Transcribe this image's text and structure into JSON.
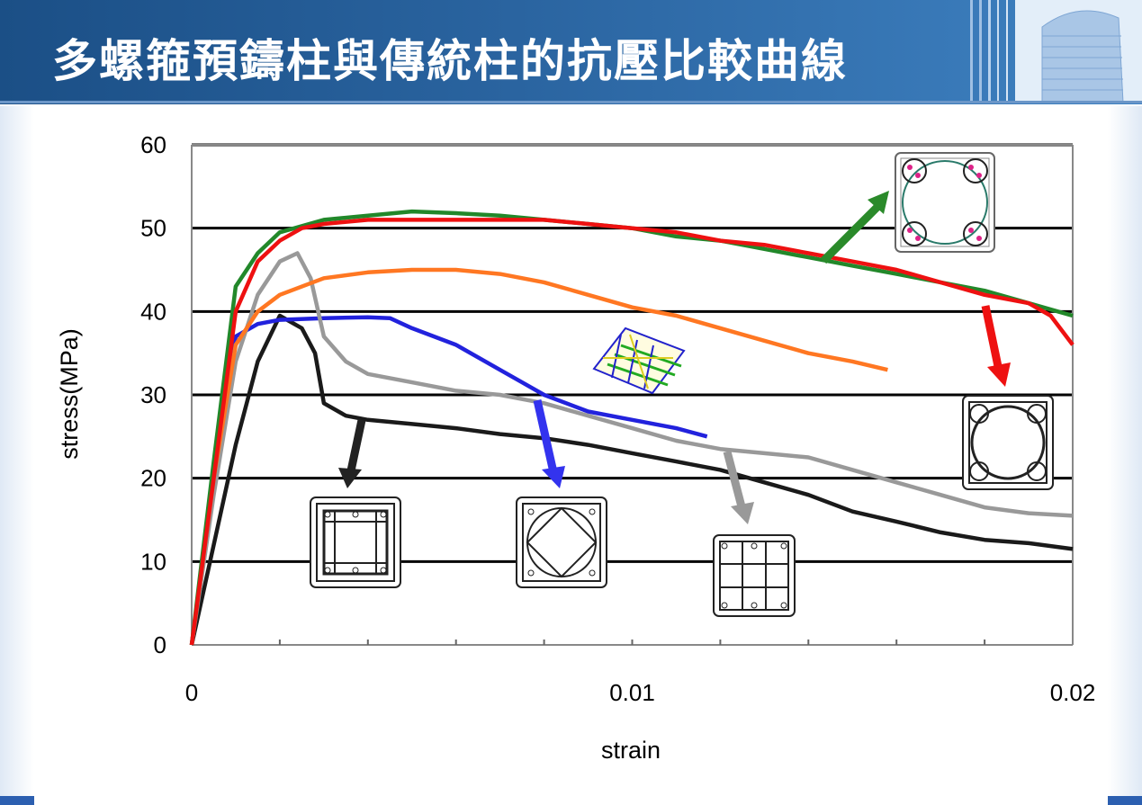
{
  "slide": {
    "title": "多螺箍預鑄柱與傳統柱的抗壓比較曲線"
  },
  "colors": {
    "title_bar": "#24599a",
    "title_text": "#ffffff"
  },
  "chart_data": {
    "type": "line",
    "title": "",
    "xlabel": "strain",
    "ylabel": "stress(MPa)",
    "xlim": [
      0,
      0.02
    ],
    "ylim": [
      0,
      60
    ],
    "x_ticks": [
      "0",
      "0.01",
      "0.02"
    ],
    "y_ticks": [
      "0",
      "10",
      "20",
      "30",
      "40",
      "50",
      "60"
    ],
    "grid": "horizontal",
    "series": [
      {
        "color": "#1a1a1a",
        "x": [
          0,
          0.0005,
          0.001,
          0.0015,
          0.002,
          0.0025,
          0.0028,
          0.003,
          0.0035,
          0.004,
          0.005,
          0.006,
          0.007,
          0.008,
          0.009,
          0.01,
          0.011,
          0.012,
          0.013,
          0.014,
          0.015,
          0.016,
          0.017,
          0.018,
          0.019,
          0.02
        ],
        "y": [
          0,
          12,
          24,
          34,
          39.5,
          38,
          35,
          29,
          27.5,
          27,
          26.5,
          26,
          25.3,
          24.8,
          24,
          23,
          22,
          21,
          19.5,
          18,
          16,
          14.8,
          13.5,
          12.6,
          12.2,
          11.5
        ]
      },
      {
        "color": "#2222dd",
        "x": [
          0,
          0.0005,
          0.001,
          0.0015,
          0.002,
          0.003,
          0.004,
          0.0045,
          0.005,
          0.006,
          0.007,
          0.0075,
          0.008,
          0.009,
          0.01,
          0.011,
          0.0117
        ],
        "y": [
          0,
          20,
          37,
          38.5,
          39,
          39.2,
          39.3,
          39.2,
          38,
          36,
          33,
          31.5,
          30,
          28,
          27,
          26,
          25
        ]
      },
      {
        "color": "#999999",
        "x": [
          0,
          0.0005,
          0.001,
          0.0015,
          0.002,
          0.0024,
          0.0027,
          0.003,
          0.0035,
          0.004,
          0.005,
          0.006,
          0.007,
          0.008,
          0.009,
          0.01,
          0.011,
          0.012,
          0.013,
          0.014,
          0.015,
          0.016,
          0.017,
          0.018,
          0.019,
          0.02
        ],
        "y": [
          0,
          18,
          34,
          42,
          46,
          47,
          44,
          37,
          34,
          32.5,
          31.5,
          30.5,
          30,
          29,
          27.5,
          26,
          24.5,
          23.5,
          23,
          22.5,
          21,
          19.5,
          18,
          16.5,
          15.8,
          15.5
        ]
      },
      {
        "color": "#ff7722",
        "x": [
          0,
          0.0005,
          0.001,
          0.0015,
          0.002,
          0.003,
          0.004,
          0.005,
          0.006,
          0.007,
          0.008,
          0.009,
          0.01,
          0.011,
          0.012,
          0.013,
          0.014,
          0.015,
          0.0158
        ],
        "y": [
          0,
          20,
          36,
          40,
          42,
          44,
          44.7,
          45,
          45,
          44.5,
          43.5,
          42,
          40.5,
          39.5,
          38,
          36.5,
          35,
          34,
          33
        ]
      },
      {
        "color": "#22882a",
        "x": [
          0,
          0.0005,
          0.001,
          0.0015,
          0.002,
          0.003,
          0.004,
          0.005,
          0.006,
          0.007,
          0.008,
          0.009,
          0.01,
          0.011,
          0.012,
          0.013,
          0.014,
          0.015,
          0.016,
          0.017,
          0.018,
          0.019,
          0.02
        ],
        "y": [
          0,
          22,
          43,
          47,
          49.5,
          51,
          51.5,
          52,
          51.8,
          51.5,
          51,
          50.5,
          50,
          49,
          48.5,
          47.5,
          46.5,
          45.5,
          44.5,
          43.5,
          42.5,
          41,
          39.5
        ]
      },
      {
        "color": "#ee1111",
        "x": [
          0,
          0.0005,
          0.001,
          0.0015,
          0.002,
          0.0025,
          0.003,
          0.004,
          0.005,
          0.006,
          0.007,
          0.008,
          0.009,
          0.01,
          0.011,
          0.012,
          0.013,
          0.014,
          0.015,
          0.016,
          0.017,
          0.018,
          0.019,
          0.0195,
          0.02
        ],
        "y": [
          0,
          20,
          40,
          46,
          48.5,
          50,
          50.5,
          51,
          51,
          51,
          51,
          51,
          50.5,
          50,
          49.5,
          48.5,
          48,
          47,
          46,
          45,
          43.5,
          42,
          41,
          39.5,
          36
        ]
      }
    ]
  }
}
